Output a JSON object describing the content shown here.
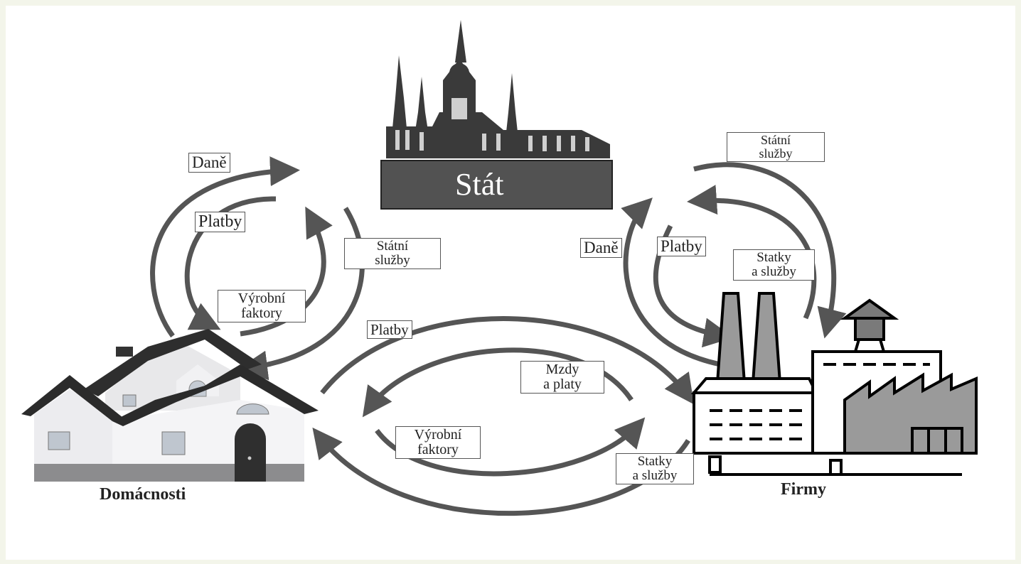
{
  "nodes": {
    "state": "Stát",
    "households": "Domácnosti",
    "firms": "Firmy"
  },
  "labels": {
    "hh_taxes": "Daně",
    "hh_payments": "Platby",
    "hh_factors": "Výrobní\nfaktory",
    "hh_state_services": "Státní\nslužby",
    "firm_state_services": "Státní\nslužby",
    "firm_taxes": "Daně",
    "firm_payments": "Platby",
    "firm_goods": "Statky\na služby",
    "mid_payments": "Platby",
    "mid_wages": "Mzdy\na platy",
    "mid_factors": "Výrobní\nfaktory",
    "mid_goods": "Statky\na služby"
  }
}
